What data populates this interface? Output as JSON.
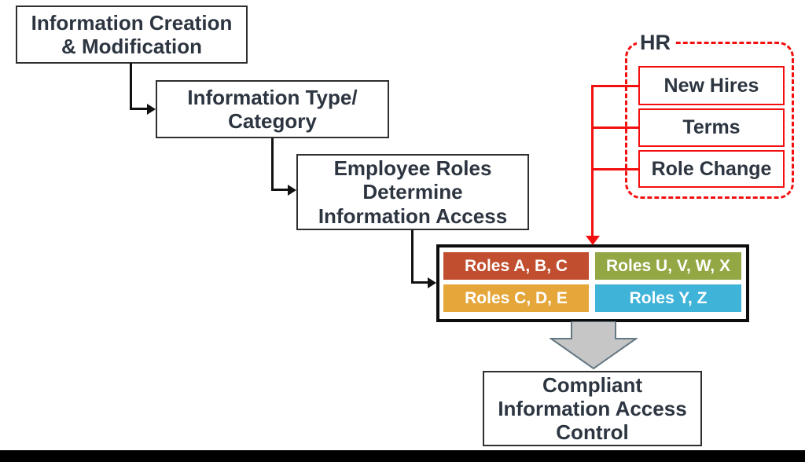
{
  "diagram": {
    "boxes": {
      "creation": "Information Creation\n& Modification",
      "type_category": "Information Type/\nCategory",
      "employee_roles": "Employee Roles\nDetermine\nInformation Access",
      "compliant": "Compliant\nInformation Access\nControl"
    },
    "roles_matrix": {
      "cells": [
        {
          "label": "Roles A, B, C",
          "color": "#c14e2e"
        },
        {
          "label": "Roles U, V, W, X",
          "color": "#93a844"
        },
        {
          "label": "Roles C, D, E",
          "color": "#e5a63a"
        },
        {
          "label": "Roles Y, Z",
          "color": "#3fb3d8"
        }
      ]
    },
    "hr": {
      "label": "HR",
      "items": [
        {
          "label": "New Hires"
        },
        {
          "label": "Terms"
        },
        {
          "label": "Role Change"
        }
      ]
    },
    "colors": {
      "text_dark": "#2c3540",
      "connector_black": "#111111",
      "hr_red": "#f40f0f",
      "gray_arrow_fill": "#c6c6c6",
      "gray_arrow_stroke": "#647883"
    }
  }
}
